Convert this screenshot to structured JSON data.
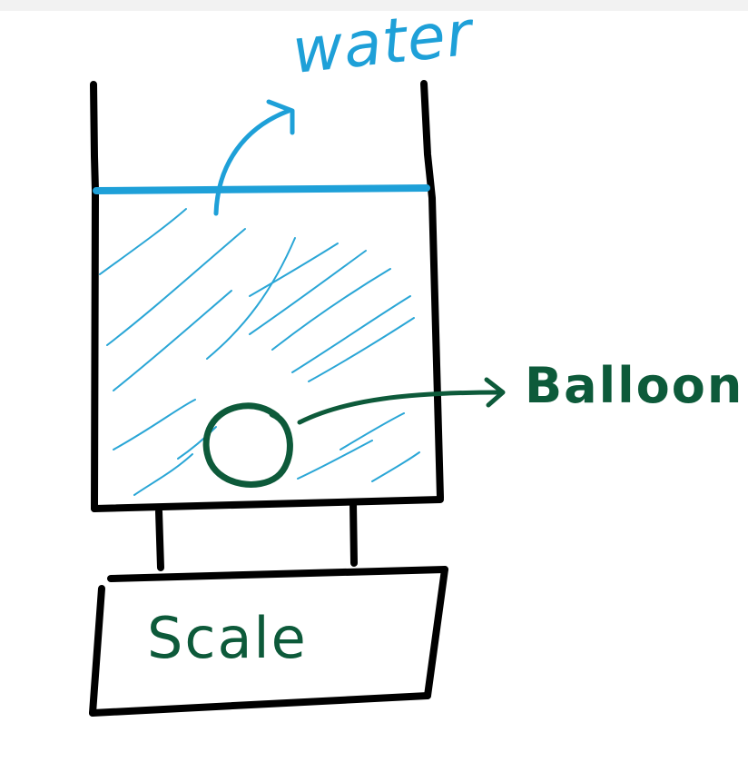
{
  "labels": {
    "water": "water",
    "balloon": "Balloon",
    "scale": "Scale"
  },
  "colors": {
    "outline": "#000000",
    "water": "#1ea0d8",
    "hatch": "#2aa6d6",
    "balloon": "#0d5a3a",
    "scale_text": "#0d5a3a",
    "background": "#ffffff"
  }
}
